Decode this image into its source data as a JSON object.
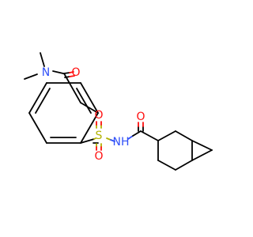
{
  "molecule": {
    "atoms": {
      "n_amide": {
        "text": "N",
        "color": "#3050f8"
      },
      "o_amide": {
        "text": "O",
        "color": "#ff0d0d"
      },
      "s_sulfonyl": {
        "text": "S",
        "color": "#b2b200"
      },
      "o_sulfonyl_top": {
        "text": "O",
        "color": "#ff0d0d"
      },
      "o_sulfonyl_bottom": {
        "text": "O",
        "color": "#ff0d0d"
      },
      "nh_sulfonamide": {
        "text": "NH",
        "color": "#3050f8"
      },
      "o_carbonyl_right": {
        "text": "O",
        "color": "#ff0d0d"
      }
    }
  },
  "colors": {
    "carbon_bond": "#000000",
    "oxygen": "#ff0d0d",
    "nitrogen": "#3050f8",
    "sulfur": "#b2b200",
    "background": "#ffffff"
  }
}
